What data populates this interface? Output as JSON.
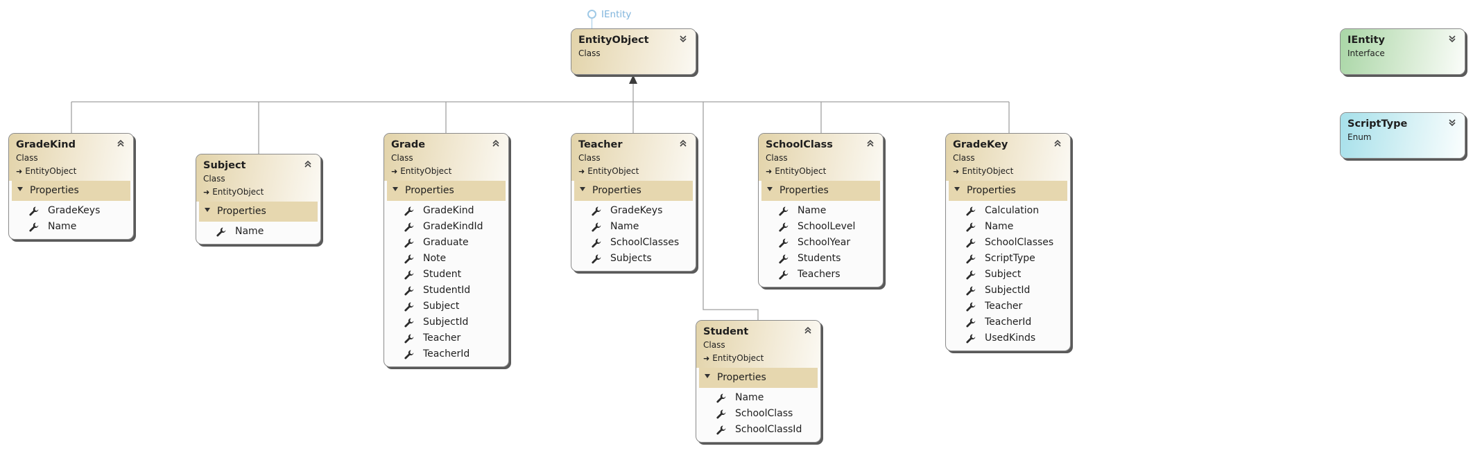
{
  "interface_lollipop": {
    "label": "IEntity"
  },
  "base_class": {
    "name": "EntityObject",
    "kind": "Class"
  },
  "side_shapes": [
    {
      "name": "IEntity",
      "kind": "Interface"
    },
    {
      "name": "ScriptType",
      "kind": "Enum"
    }
  ],
  "section_label": "Properties",
  "classes": [
    {
      "name": "GradeKind",
      "kind": "Class",
      "base": "EntityObject",
      "properties": [
        "GradeKeys",
        "Name"
      ]
    },
    {
      "name": "Subject",
      "kind": "Class",
      "base": "EntityObject",
      "properties": [
        "Name"
      ]
    },
    {
      "name": "Grade",
      "kind": "Class",
      "base": "EntityObject",
      "properties": [
        "GradeKind",
        "GradeKindId",
        "Graduate",
        "Note",
        "Student",
        "StudentId",
        "Subject",
        "SubjectId",
        "Teacher",
        "TeacherId"
      ]
    },
    {
      "name": "Teacher",
      "kind": "Class",
      "base": "EntityObject",
      "properties": [
        "GradeKeys",
        "Name",
        "SchoolClasses",
        "Subjects"
      ]
    },
    {
      "name": "SchoolClass",
      "kind": "Class",
      "base": "EntityObject",
      "properties": [
        "Name",
        "SchoolLevel",
        "SchoolYear",
        "Students",
        "Teachers"
      ]
    },
    {
      "name": "GradeKey",
      "kind": "Class",
      "base": "EntityObject",
      "properties": [
        "Calculation",
        "Name",
        "SchoolClasses",
        "ScriptType",
        "Subject",
        "SubjectId",
        "Teacher",
        "TeacherId",
        "UsedKinds"
      ]
    },
    {
      "name": "Student",
      "kind": "Class",
      "base": "EntityObject",
      "properties": [
        "Name",
        "SchoolClass",
        "SchoolClassId"
      ]
    }
  ],
  "colors": {
    "class_header": "#e2d3a9",
    "section_bar": "#e6d7af",
    "interface_header": "#a9d6a6",
    "enum_header": "#a6e0ea",
    "lollipop": "#9fc9e6",
    "connector": "#a0a0a0"
  }
}
